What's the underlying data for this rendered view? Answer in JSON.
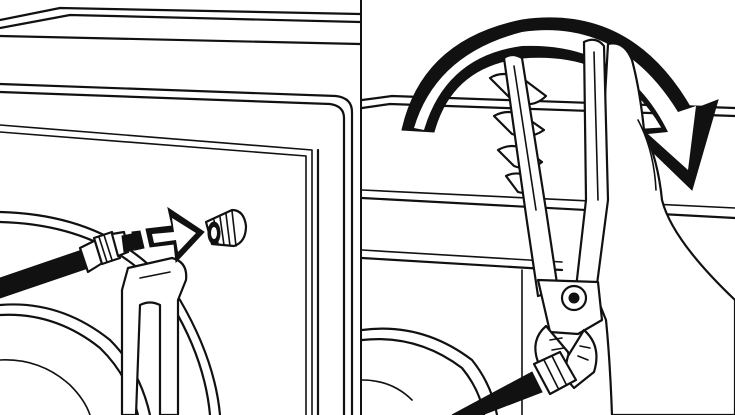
{
  "figure": {
    "panels": [
      {
        "id": "left",
        "step": "connect-hose-to-inlet"
      },
      {
        "id": "right",
        "step": "tighten-with-pliers"
      }
    ],
    "colors": {
      "line": "#111111",
      "background": "#ffffff"
    },
    "icons": [
      "hose-icon",
      "direction-arrow-icon",
      "inlet-valve-icon",
      "pliers-icon",
      "hand-icon",
      "rotation-arrow-icon"
    ]
  }
}
